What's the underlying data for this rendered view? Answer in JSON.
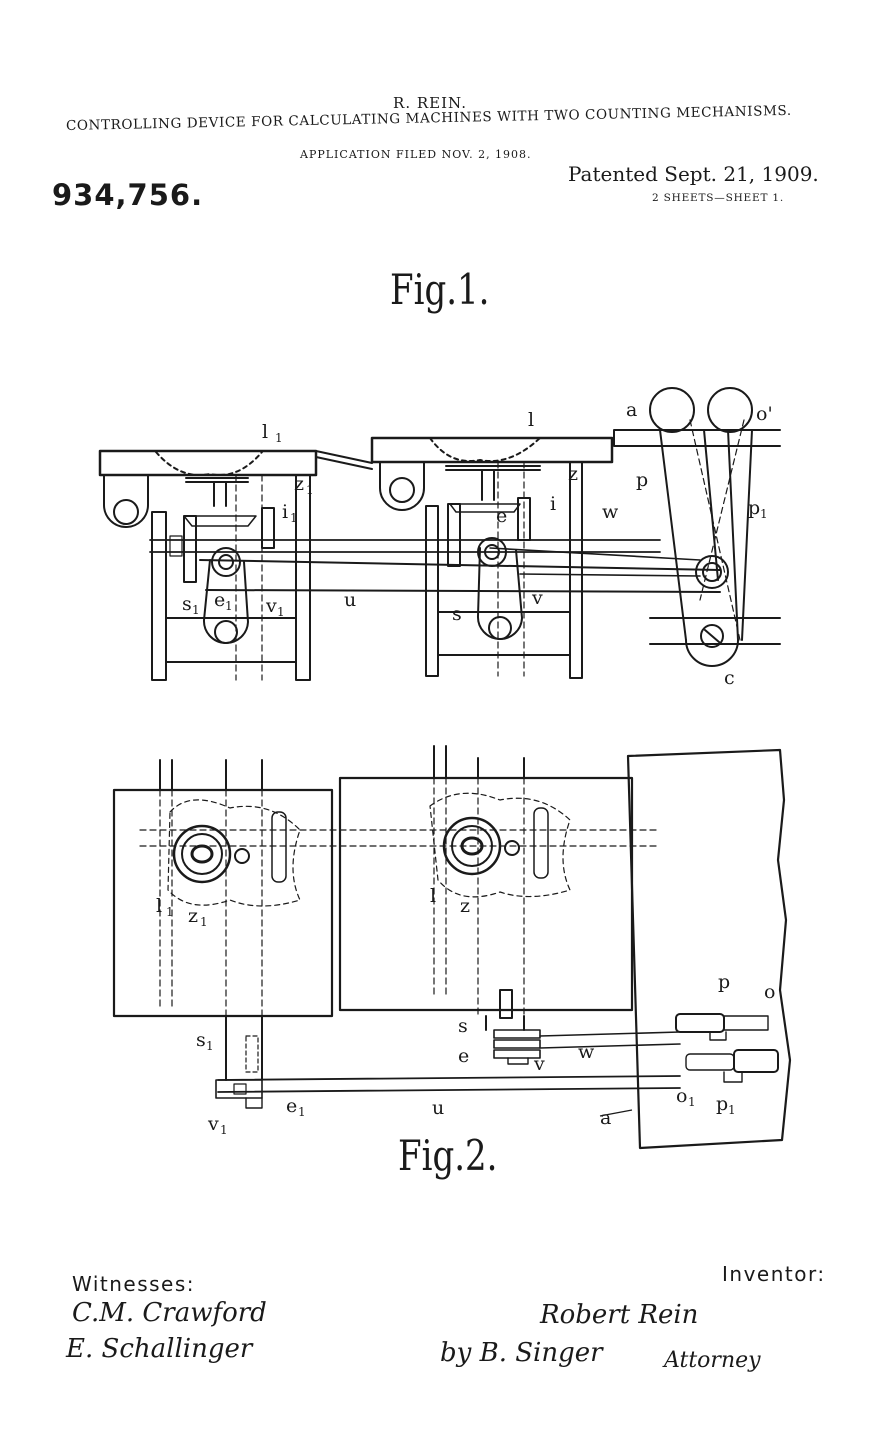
{
  "header": {
    "inventor_name": "R. REIN.",
    "title": "CONTROLLING DEVICE FOR CALCULATING MACHINES WITH TWO COUNTING MECHANISMS.",
    "application": "APPLICATION FILED NOV. 2, 1908.",
    "patent_number": "934,756.",
    "patented": "Patented Sept. 21, 1909.",
    "sheets": "2 SHEETS—SHEET 1."
  },
  "figures": {
    "fig1_label": "Fig.1.",
    "fig2_label": "Fig.2.",
    "fig1_labels": {
      "a": "a",
      "o_prime": "o'",
      "l1": "l",
      "l1_sub": "1",
      "l": "l",
      "z1": "z",
      "z1_sub": "1",
      "z": "z",
      "p": "p",
      "p1": "p",
      "p1_sub": "1",
      "i1": "i",
      "i1_sub": "1",
      "e": "e",
      "i": "i",
      "w": "w",
      "s1": "s",
      "s1_sub": "1",
      "e1": "e",
      "e1_sub": "1",
      "u": "u",
      "v1": "v",
      "v1_sub": "1",
      "s": "s",
      "v": "v",
      "c": "c"
    },
    "fig2_labels": {
      "l1": "l",
      "l1_sub": "1",
      "z1": "z",
      "z1_sub": "1",
      "l": "l",
      "z": "z",
      "p": "p",
      "o": "o",
      "s": "s",
      "s1": "s",
      "s1_sub": "1",
      "e": "e",
      "w": "w",
      "v": "v",
      "o1": "o",
      "o1_sub": "1",
      "p1": "p",
      "p1_sub": "1",
      "e1": "e",
      "e1_sub": "1",
      "u": "u",
      "a": "a",
      "v1": "v",
      "v1_sub": "1"
    }
  },
  "signatures": {
    "witnesses_heading": "Witnesses:",
    "witness_1": "C.M. Crawford",
    "witness_2": "E. Schallinger",
    "inventor_heading": "Inventor:",
    "inventor_signature": "Robert Rein",
    "by_line": "by B. Singer",
    "attorney": "Attorney"
  }
}
